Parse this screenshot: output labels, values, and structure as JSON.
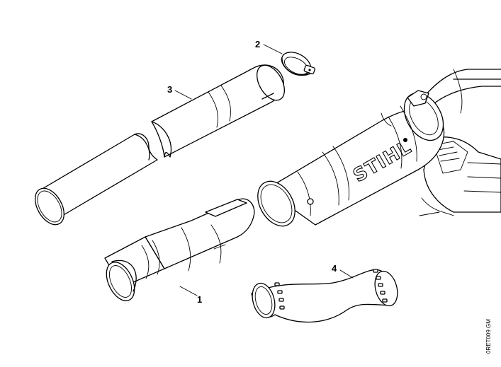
{
  "callouts": [
    {
      "id": "1",
      "label": "1"
    },
    {
      "id": "2",
      "label": "2"
    },
    {
      "id": "3",
      "label": "3"
    },
    {
      "id": "4",
      "label": "4"
    }
  ],
  "drawing_code": "0RET009 GM",
  "brand_mark": "STIHL"
}
